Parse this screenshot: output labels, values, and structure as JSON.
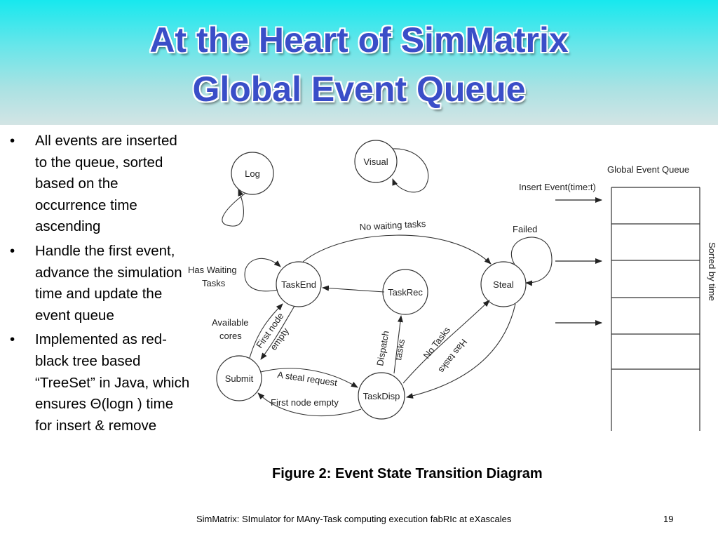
{
  "slide": {
    "title_line1": "At the Heart of SimMatrix",
    "title_line2": "Global Event Queue",
    "bullets": [
      "All events are inserted to the queue, sorted based on the occurrence time ascending",
      "Handle the first event, advance the simulation time and update the event queue",
      "Implemented as red-black tree based “TreeSet” in Java, which ensures Θ(logn ) time for insert & remove"
    ],
    "bullet_symbol": "•",
    "caption": "Figure 2: Event State Transition Diagram",
    "footer": "SimMatrix: SImulator for MAny-Task computing execution fabRIc at eXascales",
    "page_number": "19"
  },
  "diagram": {
    "nodes": {
      "log": "Log",
      "visual": "Visual",
      "taskend": "TaskEnd",
      "taskrec": "TaskRec",
      "steal": "Steal",
      "submit": "Submit",
      "taskdisp": "TaskDisp"
    },
    "edges": {
      "no_waiting_tasks": "No waiting tasks",
      "failed": "Failed",
      "has_waiting_1": "Has Waiting",
      "has_waiting_2": "Tasks",
      "available_1": "Available",
      "available_2": "cores",
      "first_node_1": "First node",
      "first_node_2": "empty",
      "dispatch_1": "Dispatch",
      "dispatch_2": "tasks",
      "no_tasks": "No Tasks",
      "has_tasks": "Has tasks",
      "steal_request": "A steal request",
      "first_node_empty": "First node empty"
    },
    "queue": {
      "title": "Global Event Queue",
      "insert_label": "Insert Event(time:t)",
      "sorted_label": "Sorted by time"
    }
  }
}
